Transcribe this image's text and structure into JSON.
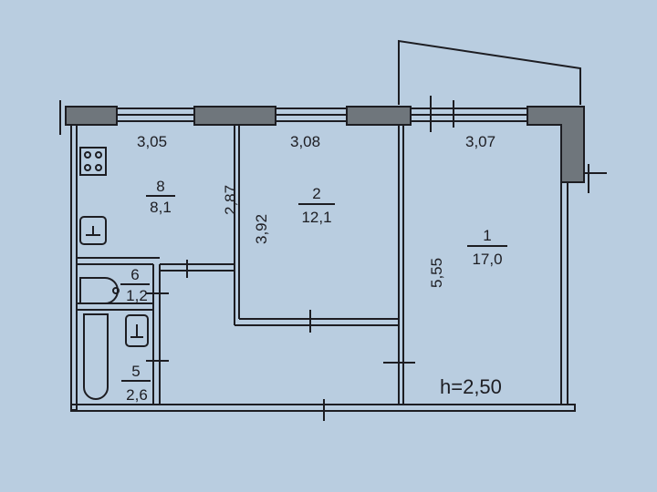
{
  "plan": {
    "ceiling_height": "h=2,50",
    "rooms": [
      {
        "number": "8",
        "area": "8,1"
      },
      {
        "number": "2",
        "area": "12,1"
      },
      {
        "number": "1",
        "area": "17,0"
      },
      {
        "number": "6",
        "area": "1,2"
      },
      {
        "number": "5",
        "area": "2,6"
      }
    ],
    "dimensions": [
      "3,05",
      "3,08",
      "3,07",
      "2,87",
      "3,92",
      "5,55"
    ]
  },
  "colors": {
    "background": "#b9cde0",
    "lines": "#1d1d22",
    "hatch": "#6f767c"
  }
}
